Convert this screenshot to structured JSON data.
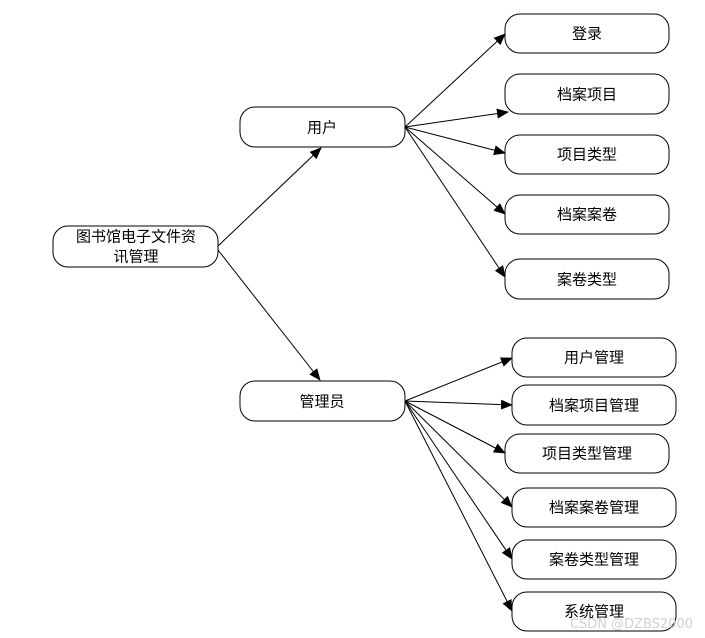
{
  "diagram": {
    "root": {
      "label_line1": "图书馆电子文件资",
      "label_line2": "讯管理"
    },
    "user": {
      "label": "用户"
    },
    "admin": {
      "label": "管理员"
    },
    "user_children": [
      "登录",
      "档案项目",
      "项目类型",
      "档案案卷",
      "案卷类型"
    ],
    "admin_children": [
      "用户管理",
      "档案项目管理",
      "项目类型管理",
      "档案案卷管理",
      "案卷类型管理",
      "系统管理"
    ]
  },
  "watermark": "CSDN @DZBS2000"
}
